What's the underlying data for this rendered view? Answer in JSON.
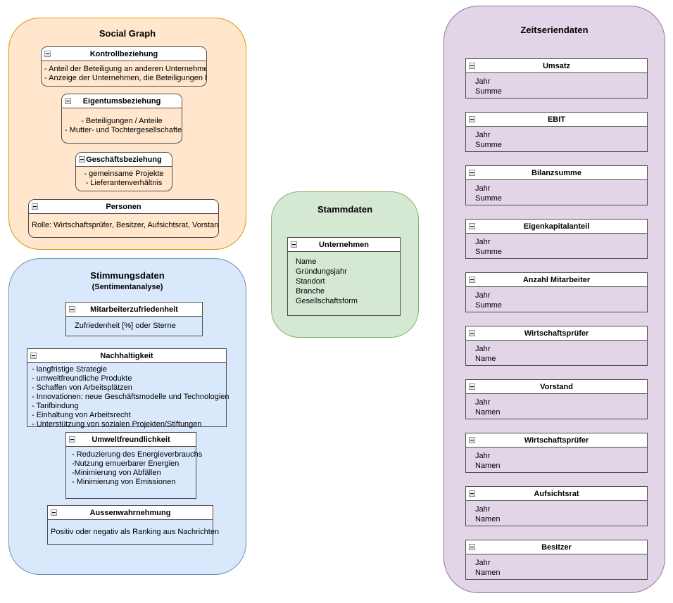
{
  "colors": {
    "social_fill": "#ffe6cc",
    "social_stroke": "#d79b00",
    "stimmung_fill": "#dae8fc",
    "stimmung_stroke": "#6c8ebf",
    "stamm_fill": "#d5e8d4",
    "stamm_stroke": "#82b366",
    "zeitserien_fill": "#e1d5e7",
    "zeitserien_stroke": "#9673a6",
    "entity_header_fill": "#ffffff",
    "entity_stroke": "#4d4d4d"
  },
  "groups": {
    "social": {
      "title": "Social Graph",
      "boxes": [
        {
          "title": "Kontrollbeziehung",
          "lines": [
            "- Anteil der Beteiligung an anderen Unternehmen",
            "- Anzeige der Unternehmen, die Beteiligungen haben"
          ]
        },
        {
          "title": "Eigentumsbeziehung",
          "lines": [
            "- Beteiligungen / Anteile",
            "- Mutter- und Tochtergesellschaften"
          ]
        },
        {
          "title": "Geschäftsbeziehung",
          "lines": [
            "- gemeinsame Projekte",
            "- Lieferantenverhältnis"
          ]
        },
        {
          "title": "Personen",
          "lines": [
            "Rolle: Wirtschaftsprüfer, Besitzer, Aufsichtsrat, Vorstand"
          ]
        }
      ]
    },
    "stimmung": {
      "title": "Stimmungsdaten",
      "subtitle": "(Sentimentanalyse)",
      "boxes": [
        {
          "title": "Mitarbeiterzufriedenheit",
          "lines": [
            "Zufriedenheit [%] oder Sterne"
          ]
        },
        {
          "title": "Nachhaltigkeit",
          "lines": [
            "- langfristige Strategie",
            "- umweltfreundliche Produkte",
            "- Schaffen von Arbeitsplätzen",
            "- Innovationen: neue Geschäftsmodelle und Technologien",
            "- Tarifbindung",
            "- Einhaltung von Arbeitsrecht",
            "- Unterstützung von sozialen Projekten/Stiftungen"
          ]
        },
        {
          "title": "Umweltfreundlichkeit",
          "lines": [
            "- Reduzierung des Energieverbrauchs",
            "-Nutzung ernuerbarer Energien",
            "-Minimierung von Abfällen",
            "- Minimierung von Emissionen"
          ]
        },
        {
          "title": "Aussenwahrnehmung",
          "lines": [
            "Positiv oder negativ als Ranking aus Nachrichten"
          ]
        }
      ]
    },
    "stamm": {
      "title": "Stammdaten",
      "boxes": [
        {
          "title": "Unternehmen",
          "lines": [
            "Name",
            "Gründungsjahr",
            "Standort",
            "Branche",
            "Gesellschaftsform"
          ]
        }
      ]
    },
    "zeitserien": {
      "title": "Zeitseriendaten",
      "boxes": [
        {
          "title": "Umsatz",
          "lines": [
            "Jahr",
            "Summe"
          ]
        },
        {
          "title": "EBIT",
          "lines": [
            "Jahr",
            "Summe"
          ]
        },
        {
          "title": "Bilanzsumme",
          "lines": [
            "Jahr",
            "Summe"
          ]
        },
        {
          "title": "Eigenkapitalanteil",
          "lines": [
            "Jahr",
            "Summe"
          ]
        },
        {
          "title": "Anzahl Mitarbeiter",
          "lines": [
            "Jahr",
            "Summe"
          ]
        },
        {
          "title": "Wirtschaftsprüfer",
          "lines": [
            "Jahr",
            "Name"
          ]
        },
        {
          "title": "Vorstand",
          "lines": [
            "Jahr",
            "Namen"
          ]
        },
        {
          "title": "Wirtschaftsprüfer",
          "lines": [
            "Jahr",
            "Namen"
          ]
        },
        {
          "title": "Aufsichtsrat",
          "lines": [
            "Jahr",
            "Namen"
          ]
        },
        {
          "title": "Besitzer",
          "lines": [
            "Jahr",
            "Namen"
          ]
        }
      ]
    }
  }
}
